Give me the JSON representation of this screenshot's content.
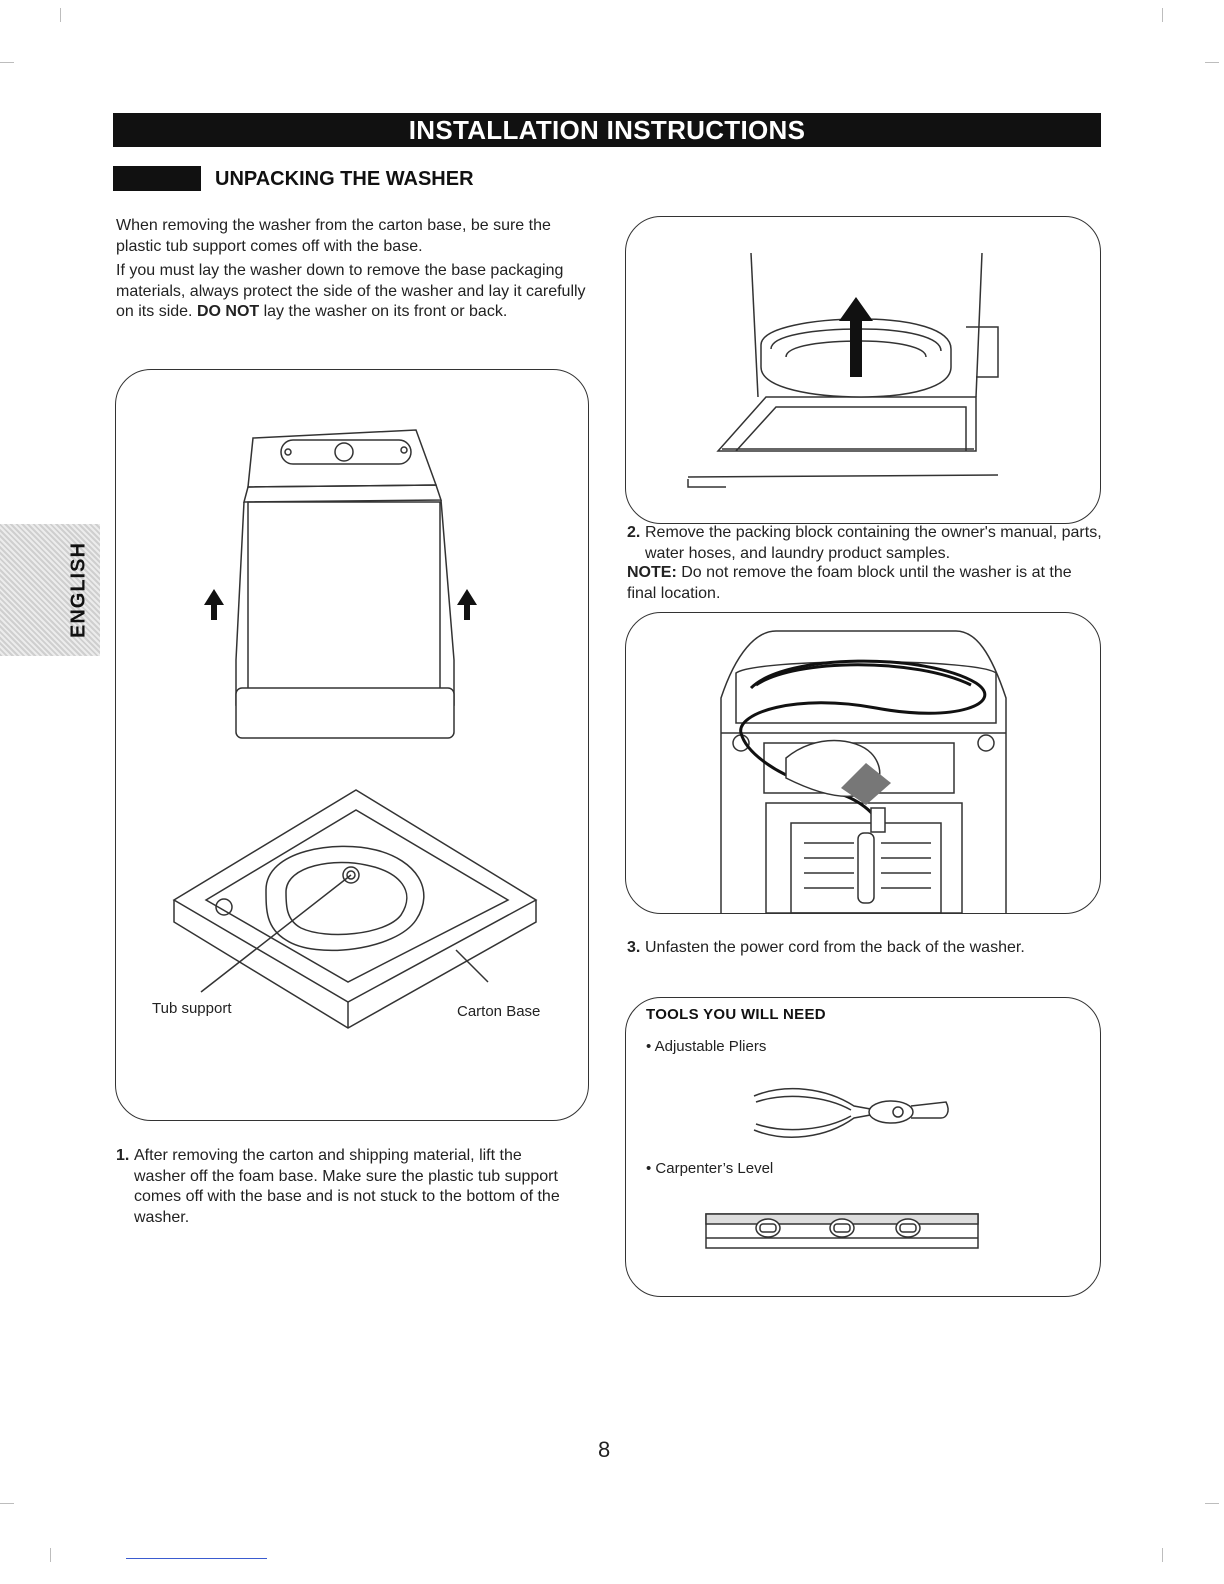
{
  "page": {
    "banner_title": "INSTALLATION INSTRUCTIONS",
    "section_title": "UNPACKING THE WASHER",
    "side_tab_label": "ENGLISH",
    "page_number": "8"
  },
  "intro": {
    "para1": "When removing the washer from the carton base, be sure the plastic tub support comes off with the base.",
    "para2_start": "If you must lay the washer down to remove the base packaging materials, always protect the side of the washer and lay it carefully on its side. ",
    "para2_bold": "DO NOT",
    "para2_end": " lay the washer on its front or back."
  },
  "figure1": {
    "label_tub_support": "Tub support",
    "label_carton_base": "Carton Base"
  },
  "steps": {
    "step1_num": "1.",
    "step1_text": "After removing the carton and shipping material, lift the washer off the foam base. Make sure the plastic tub support comes off with the base and is not stuck to the bottom of the washer.",
    "step2_num": "2.",
    "step2_text": "Remove the packing block containing the owner's manual, parts, water hoses, and laundry product samples.",
    "note_label": "NOTE:",
    "note_text": " Do not remove the foam block until the washer is at the final location.",
    "step3_num": "3.",
    "step3_text": "Unfasten the power cord from the back of the washer."
  },
  "tools": {
    "title": "TOOLS YOU WILL NEED",
    "item1": "• Adjustable Pliers",
    "item2": "• Carpenter’s Level"
  },
  "colors": {
    "banner_bg": "#111111",
    "banner_text": "#ffffff",
    "line_art": "#333333"
  }
}
